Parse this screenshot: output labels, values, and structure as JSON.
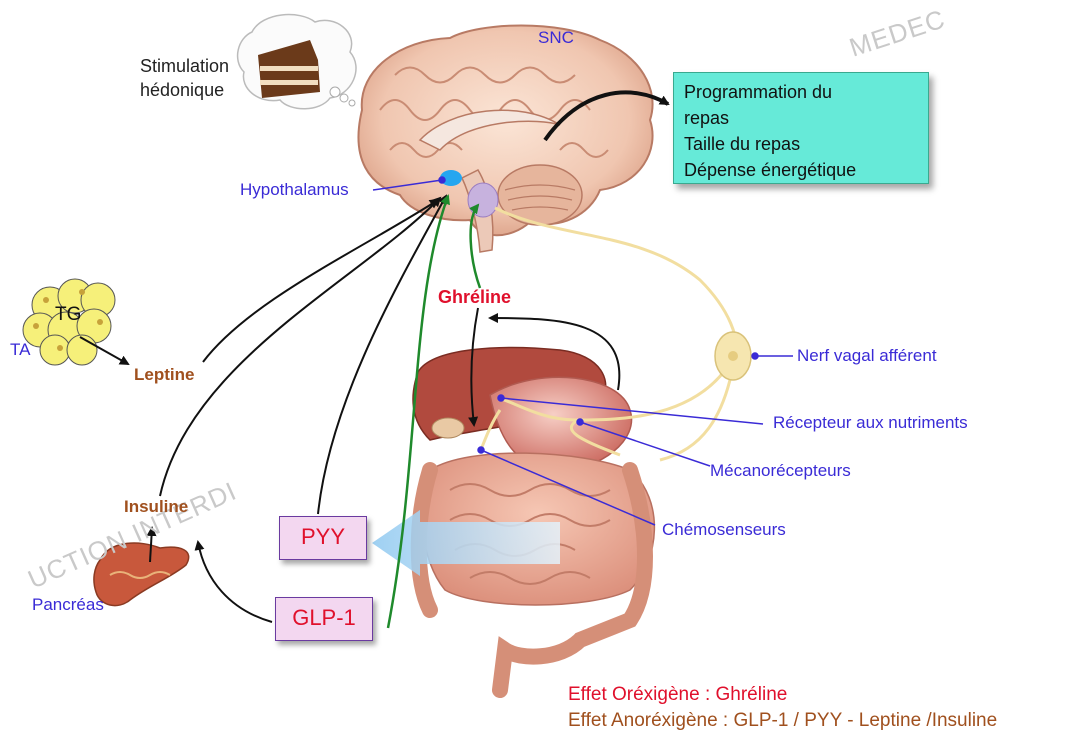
{
  "labels": {
    "snc": "SNC",
    "stimulation_line1": "Stimulation",
    "stimulation_line2": "hédonique",
    "hypothalamus": "Hypothalamus",
    "tg": "TG",
    "ta": "TA",
    "leptine": "Leptine",
    "ghreline": "Ghréline",
    "insuline": "Insuline",
    "pancreas": "Pancréas",
    "pyy": "PYY",
    "glp1": "GLP-1",
    "nerf_vagal": "Nerf vagal afférent",
    "recepteur": "Récepteur aux nutriments",
    "mecano": "Mécanorécepteurs",
    "chemo": "Chémosenseurs"
  },
  "effects_box": {
    "lines": [
      "Programmation du",
      "repas",
      "Taille du repas",
      "Dépense énergétique"
    ]
  },
  "legend": {
    "orexigene": "Effet Oréxigène : Ghréline",
    "anorexigene": "Effet Anoréxigène : GLP-1 / PYY - Leptine /Insuline"
  },
  "watermarks": {
    "top": "MEDEC",
    "bottom": "UCTION INTERDI"
  },
  "colors": {
    "label_blue": "#3a2bd6",
    "hormone_brown": "#a0501e",
    "ghreline_red": "#e0102c",
    "pathway_green": "#1f8a2c",
    "vagal_cream": "#f2dea0",
    "effects_teal": "#66ead8"
  }
}
